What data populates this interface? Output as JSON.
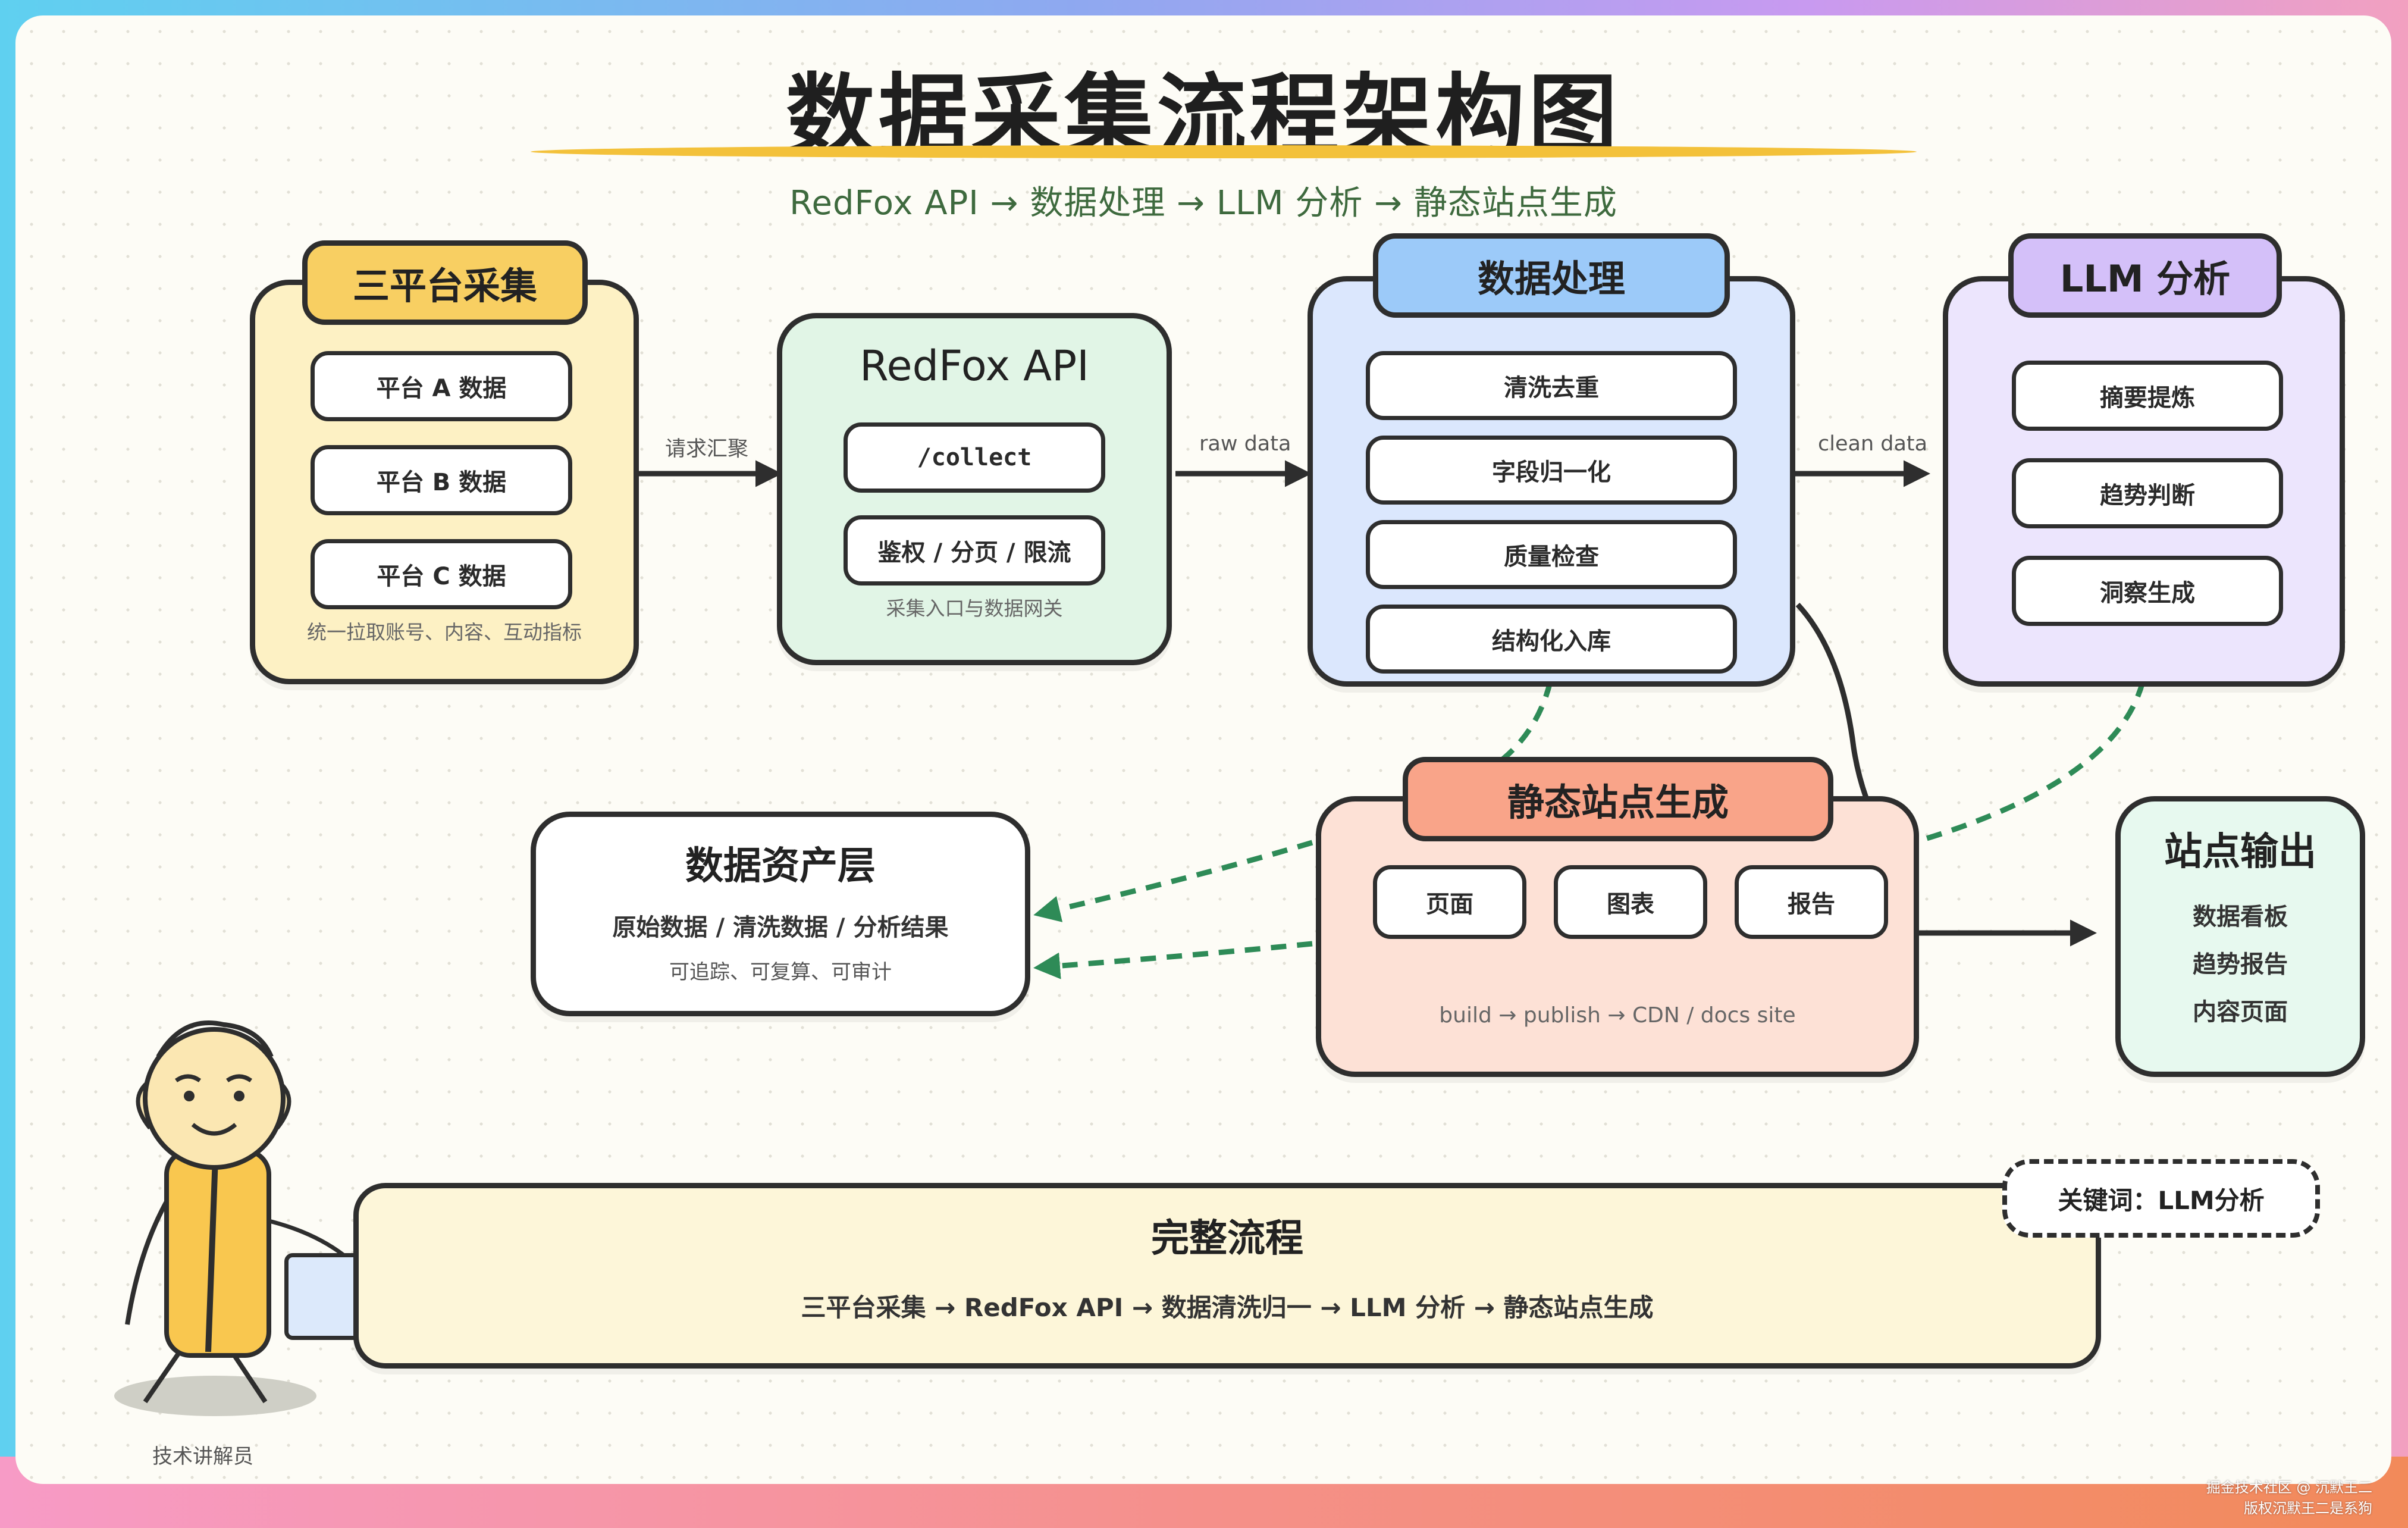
{
  "title": "数据采集流程架构图",
  "subtitle": "RedFox API → 数据处理 → LLM 分析 → 静态站点生成",
  "nodes": {
    "collect": {
      "label": "三平台采集",
      "items": [
        "平台 A 数据",
        "平台 B 数据",
        "平台 C 数据"
      ],
      "note": "统一拉取账号、内容、互动指标"
    },
    "api": {
      "label": "RedFox API",
      "items": [
        "/collect",
        "鉴权 / 分页 / 限流"
      ],
      "note": "采集入口与数据网关"
    },
    "process": {
      "label": "数据处理",
      "items": [
        "清洗去重",
        "字段归一化",
        "质量检查",
        "结构化入库"
      ]
    },
    "llm": {
      "label": "LLM 分析",
      "items": [
        "摘要提炼",
        "趋势判断",
        "洞察生成"
      ]
    },
    "assets": {
      "label": "数据资产层",
      "line1": "原始数据 / 清洗数据 / 分析结果",
      "line2": "可追踪、可复算、可审计"
    },
    "static": {
      "label": "静态站点生成",
      "items": [
        "页面",
        "图表",
        "报告"
      ],
      "note": "build → publish → CDN / docs site"
    },
    "output": {
      "label": "站点输出",
      "items": [
        "数据看板",
        "趋势报告",
        "内容页面"
      ]
    }
  },
  "edges": {
    "collect_to_api": "请求汇聚",
    "api_to_process": "raw data",
    "process_to_llm": "clean data"
  },
  "summary": {
    "label": "完整流程",
    "flow": "三平台采集 → RedFox API → 数据清洗归一 → LLM 分析 → 静态站点生成",
    "keyword": "关键词：LLM分析"
  },
  "presenter": "技术讲解员",
  "watermark": {
    "line1": "掘金技术社区 @ 沉默王二",
    "line2": "版权沉默王二是系狗"
  },
  "colors": {
    "collect": "#fdf1c4",
    "collect_tag": "#f8cf62",
    "api": "#e1f5e6",
    "process": "#dbe7fd",
    "process_tag": "#9ccaf9",
    "llm": "#ece5fd",
    "llm_tag": "#d4c0f9",
    "static": "#fde1d6",
    "static_tag": "#f9a489",
    "output": "#e7f9ef",
    "summary": "#fdf6d9",
    "dashed_edge": "#2e8b57",
    "underline": "#f3c13a"
  }
}
